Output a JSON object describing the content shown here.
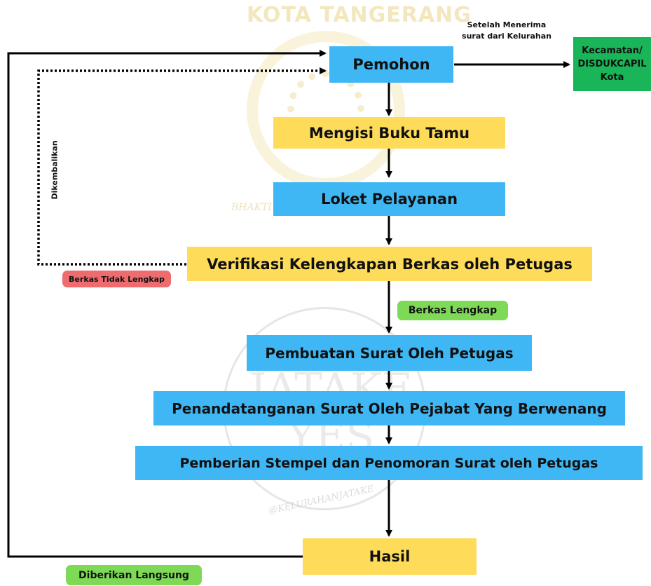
{
  "watermark": {
    "city": "KOTA TANGERANG",
    "motto": "BHAKTI KARYA ... HARJA",
    "brand_top": "JATAKE",
    "brand_bottom": "YES",
    "handle": "@KELURAHANJATAKE"
  },
  "nodes": {
    "pemohon": "Pemohon",
    "kecamatan": "Kecamatan/ DISDUKCAPIL Kota",
    "buku_tamu": "Mengisi Buku Tamu",
    "loket": "Loket Pelayanan",
    "verifikasi": "Verifikasi Kelengkapan Berkas oleh Petugas",
    "pembuatan": "Pembuatan Surat Oleh Petugas",
    "penandatanganan": "Penandatanganan Surat Oleh Pejabat Yang Berwenang",
    "pemberian": "Pemberian Stempel dan Penomoran Surat oleh Petugas",
    "hasil": "Hasil"
  },
  "labels": {
    "setelah": "Setelah Menerima surat dari Kelurahan",
    "dikembalikan": "Dikembalikan",
    "berkas_tidak_lengkap": "Berkas Tidak Lengkap",
    "berkas_lengkap": "Berkas Lengkap",
    "diberikan_langsung": "Diberikan Langsung"
  },
  "colors": {
    "process_blue": "#3fb7f4",
    "process_yellow": "#fedc5a",
    "destination_green": "#19b558",
    "tag_red": "#ee6b6e",
    "tag_green": "#7ed957",
    "line": "#000000"
  }
}
